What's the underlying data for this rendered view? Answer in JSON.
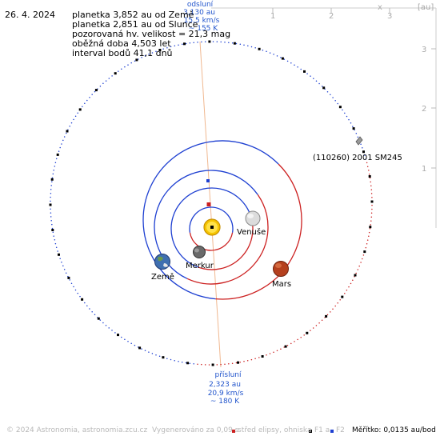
{
  "date": "26. 4. 2024",
  "info_lines": [
    "planetka 3,852 au od Země",
    "planetka 2,851 au od Slunce",
    "pozorovaná hv. velikost = 21,3 mag",
    "oběžná doba 4,503 let",
    "interval bodů 41,1 dnů"
  ],
  "axes": {
    "x_label": "x",
    "unit_label": "[au]",
    "x_ticks": [
      "1",
      "2",
      "3"
    ],
    "y_ticks": [
      "3",
      "2",
      "1"
    ]
  },
  "aphelion": {
    "title": "odsluní",
    "distance": "3,130 au",
    "speed": "15,5 km/s",
    "temp": "~ 155 K"
  },
  "perihelion": {
    "title": "přísluní",
    "distance": "2,323 au",
    "speed": "20,9 km/s",
    "temp": "~ 180 K"
  },
  "bodies": {
    "asteroid": "(110260) 2001 SM245",
    "venus": "Venuše",
    "mercury": "Merkur",
    "earth": "Země",
    "mars": "Mars"
  },
  "footer": {
    "copyright": "© 2024 Astronomia, astronomia.zcu.cz",
    "generated": "Vygenerováno za 0,09 s",
    "legend_center": "střed elipsy, ohniska",
    "legend_f1": "F1 a",
    "legend_f2": "F2",
    "scale": "Měřítko: 0,0135 au/bod"
  },
  "colors": {
    "orbit_blue": "#1d3fd1",
    "orbit_red": "#cc2020",
    "apsis_line": "#f0b890",
    "label_blue": "#2255cc",
    "sun": "#f5c400",
    "mars": "#b5401e",
    "earth": "#3f6fb0"
  }
}
